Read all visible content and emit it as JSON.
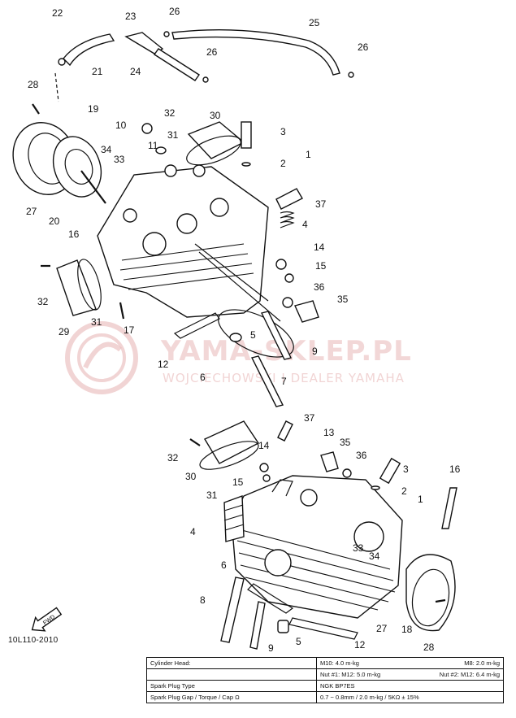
{
  "watermark": {
    "title": "YAMA-SKLEP.PL",
    "subtitle": "WOJCIECHOWSKI I DEALER YAMAHA"
  },
  "fwd_label": "FWD",
  "diagram_code": "10L110-2010",
  "spec": {
    "rows": [
      {
        "label": "Cylinder Head:",
        "v1": "M10: 4.0 m-kg",
        "v2": "M8: 2.0 m-kg"
      },
      {
        "label": "",
        "v1": "Nut #1: M12: 5.0 m-kg",
        "v2": "Nut #2: M12: 6.4 m-kg"
      },
      {
        "label": "Spark Plug Type",
        "v1": "NGK BP7ES",
        "v2": ""
      },
      {
        "label": "Spark Plug Gap / Torque / Cap Ω",
        "v1": "0.7 ~ 0.8mm / 2.0 m-kg / 5KΩ ± 15%",
        "v2": ""
      }
    ]
  },
  "labels": {
    "upper": [
      "22",
      "23",
      "26",
      "25",
      "21",
      "24",
      "26",
      "26",
      "28",
      "19",
      "32",
      "30",
      "10",
      "3",
      "31",
      "1",
      "11",
      "2",
      "34",
      "33",
      "37",
      "27",
      "20",
      "16",
      "4",
      "14",
      "15",
      "32",
      "36",
      "35",
      "29",
      "31",
      "17",
      "5",
      "12",
      "9",
      "6",
      "7"
    ],
    "lower": [
      "37",
      "13",
      "32",
      "14",
      "35",
      "36",
      "16",
      "30",
      "3",
      "15",
      "2",
      "31",
      "1",
      "4",
      "33",
      "34",
      "6",
      "8",
      "27",
      "18",
      "9",
      "5",
      "12",
      "28"
    ]
  }
}
